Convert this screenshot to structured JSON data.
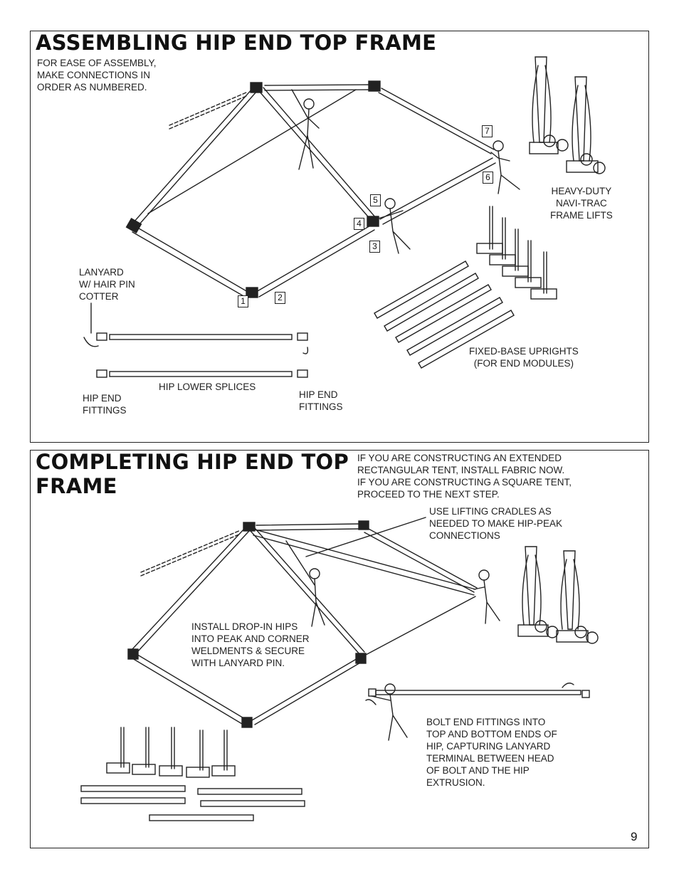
{
  "page_number": "9",
  "section1": {
    "title": "ASSEMBLING HIP END TOP FRAME",
    "instructions": "FOR EASE OF ASSEMBLY,\nMAKE CONNECTIONS IN\nORDER AS NUMBERED.",
    "steps": [
      "1",
      "2",
      "3",
      "4",
      "5",
      "6",
      "7"
    ],
    "labels": {
      "lanyard": "LANYARD\nW/ HAIR PIN\nCOTTER",
      "hip_end_fittings_left": "HIP END\nFITTINGS",
      "hip_lower_splices": "HIP LOWER SPLICES",
      "hip_end_fittings_right": "HIP END\nFITTINGS",
      "frame_lifts": "HEAVY-DUTY\nNAVI-TRAC\nFRAME LIFTS",
      "fixed_base_uprights": "FIXED-BASE UPRIGHTS\n(FOR END MODULES)"
    }
  },
  "section2": {
    "title": "COMPLETING HIP END TOP\nFRAME",
    "note": "IF YOU ARE CONSTRUCTING AN EXTENDED\nRECTANGULAR TENT, INSTALL FABRIC NOW.\nIF YOU ARE CONSTRUCTING A SQUARE TENT,\nPROCEED TO THE NEXT STEP.",
    "labels": {
      "lifting_cradles": "USE LIFTING CRADLES AS\nNEEDED TO MAKE HIP-PEAK\nCONNECTIONS",
      "drop_in_hips": "INSTALL DROP-IN HIPS\nINTO PEAK AND CORNER\nWELDMENTS & SECURE\nWITH LANYARD PIN.",
      "bolt_end_fittings": "BOLT END FITTINGS INTO\nTOP AND BOTTOM ENDS OF\nHIP, CAPTURING LANYARD\nTERMINAL BETWEEN HEAD\nOF BOLT AND THE HIP\nEXTRUSION."
    }
  }
}
